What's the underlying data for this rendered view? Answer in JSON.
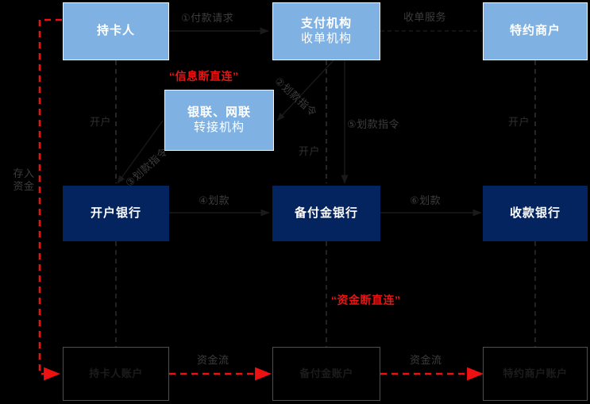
{
  "diagram": {
    "title_hidden": "",
    "colors": {
      "light_blue": "#7fb2e3",
      "navy": "#04245f",
      "red": "#ee1111",
      "gray_text": "#3d3d3d",
      "dark_box": "#000000"
    },
    "nodes": {
      "cardholder": {
        "title": "持卡人",
        "subtitle": ""
      },
      "payment_org": {
        "title": "支付机构",
        "subtitle": "收单机构"
      },
      "merchant": {
        "title": "特约商户",
        "subtitle": ""
      },
      "clearing": {
        "title": "银联、网联",
        "subtitle": "转接机构"
      },
      "issuing_bank": {
        "title": "开户银行",
        "subtitle": ""
      },
      "reserve_bank": {
        "title": "备付金银行",
        "subtitle": ""
      },
      "receiving_bank": {
        "title": "收款银行",
        "subtitle": ""
      },
      "cardholder_account": {
        "title": "持卡人账户",
        "subtitle": ""
      },
      "reserve_account": {
        "title": "备付金账户",
        "subtitle": ""
      },
      "merchant_account": {
        "title": "特约商户账户",
        "subtitle": ""
      }
    },
    "edges": {
      "step1": "①付款请求",
      "step2": "②划款指令",
      "step3": "③划款指令",
      "step4": "④划款",
      "step5": "⑤划款指令",
      "step6": "⑥划款",
      "acquiring_service": "收单服务",
      "open_account_left": "开户",
      "open_account_mid": "开户",
      "open_account_right": "开户",
      "deposit_funds": "存入\n资金",
      "deposit_funds_line1": "存入",
      "deposit_funds_line2": "资金",
      "fund_flow_left": "资金流",
      "fund_flow_right": "资金流"
    },
    "annotations": {
      "info_break": "“信息断直连”",
      "fund_break": "“资金断直连”"
    }
  }
}
